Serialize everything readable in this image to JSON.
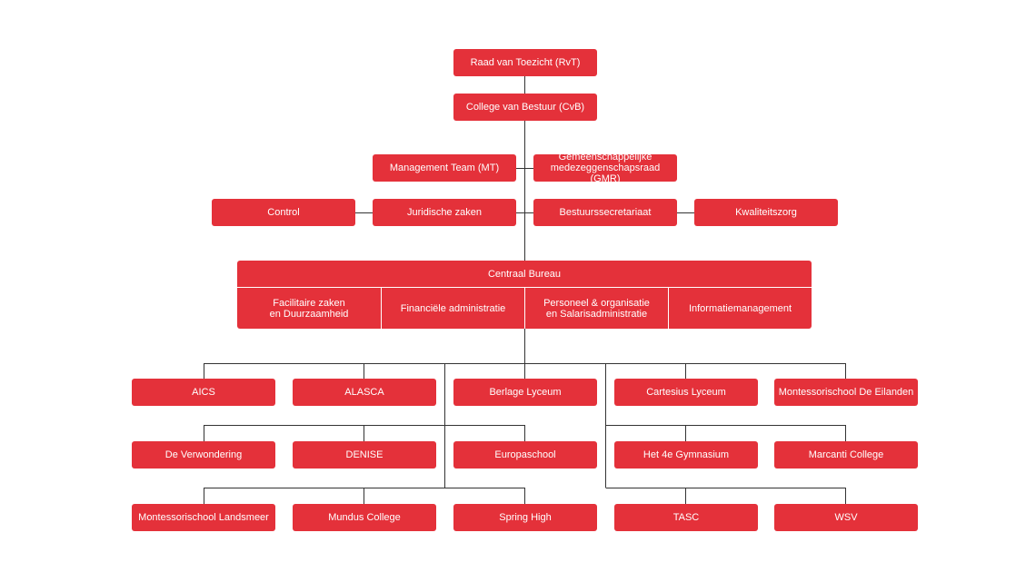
{
  "governance": {
    "rvt": "Raad van Toezicht (RvT)",
    "cvb": "College van Bestuur (CvB)"
  },
  "staff": {
    "mt": "Management Team (MT)",
    "gmr": "Gemeenschappelijke\nmedezeggenschapsraad (GMR)",
    "control": "Control",
    "juridisch": "Juridische zaken",
    "secretariaat": "Bestuurssecretariaat",
    "kwaliteit": "Kwaliteitszorg"
  },
  "bureau": {
    "title": "Centraal Bureau",
    "departments": [
      "Facilitaire zaken\nen Duurzaamheid",
      "Financiële administratie",
      "Personeel & organisatie\nen Salarisadministratie",
      "Informatiemanagement"
    ]
  },
  "schools": [
    "AICS",
    "ALASCA",
    "Berlage Lyceum",
    "Cartesius Lyceum",
    "Montessorischool De Eilanden",
    "De Verwondering",
    "DENISE",
    "Europaschool",
    "Het 4e Gymnasium",
    "Marcanti College",
    "Montessorischool Landsmeer",
    "Mundus College",
    "Spring High",
    "TASC",
    "WSV"
  ],
  "colors": {
    "box": "#e4313a",
    "text": "#ffffff",
    "line": "#333333"
  }
}
